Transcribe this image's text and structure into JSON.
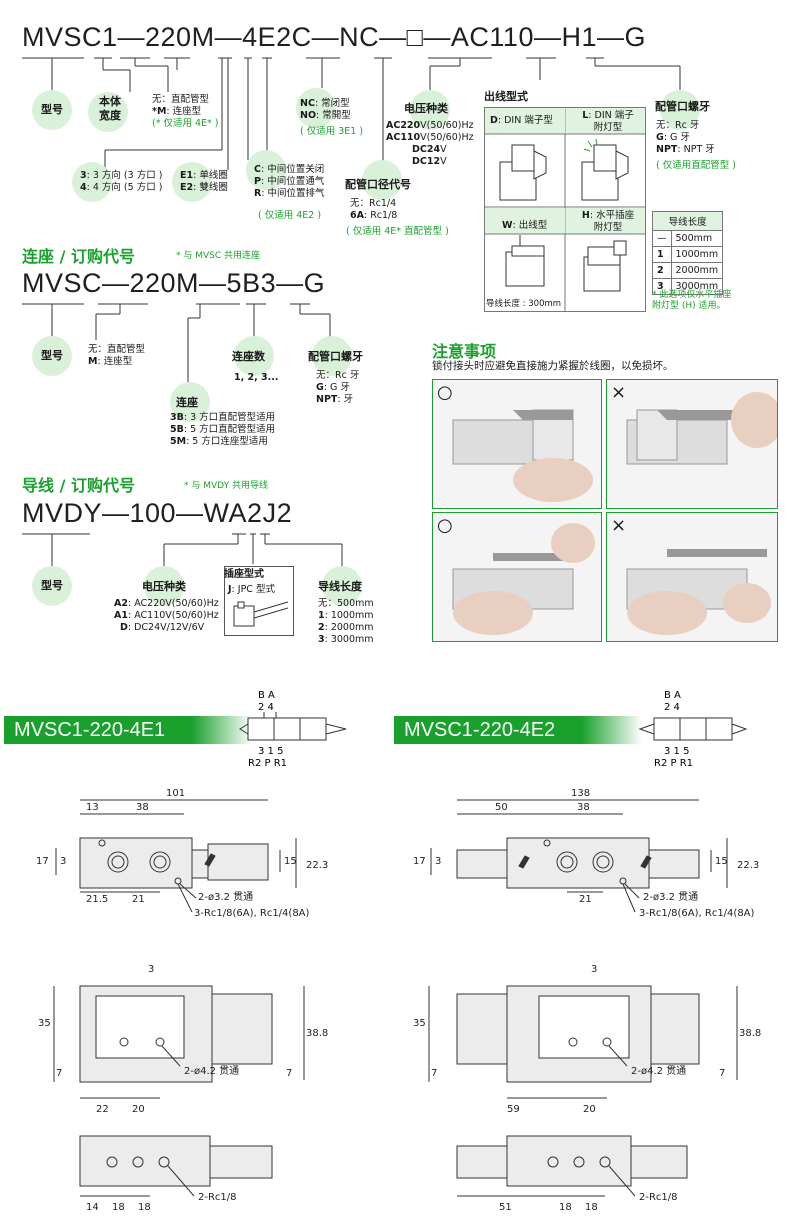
{
  "section1": {
    "code": "MVSC1—220M—4E2C—NC—□—AC110—H1—G",
    "model_label": "型号",
    "width_label": "本体\n宽度",
    "pipe": {
      "line1": "无：直配管型",
      "line2_b": "*M",
      "line2": ": 连座型",
      "line3": "(* 仅适用 4E* )"
    },
    "ports": {
      "l1_b": "3",
      "l1": ": 3 方向 (3 方口 )",
      "l2_b": "4",
      "l2": ": 4 方向 (5 方口 )"
    },
    "coil": {
      "l1_b": "E1",
      "l1": ": 单线圈",
      "l2_b": "E2",
      "l2": ": 雙线圈"
    },
    "center": {
      "l1_b": "C",
      "l1": ": 中间位置关闭",
      "l2_b": "P",
      "l2": ": 中间位置通气",
      "l3_b": "R",
      "l3": ": 中间位置排气",
      "l4": "( 仅适用 4E2 )"
    },
    "nc": {
      "l1_b": "NC",
      "l1": ": 常闭型",
      "l2_b": "NO",
      "l2": ": 常開型",
      "l3": "( 仅适用 3E1 )"
    },
    "port_dia": {
      "title": "配管口径代号",
      "l1": "无：Rc1/4",
      "l2_b": "6A",
      "l2": ": Rc1/8",
      "l3": "( 仅适用 4E* 直配管型 )"
    },
    "voltage": {
      "title": "电压种类",
      "l1_b": "AC220",
      "l1": "V(50/60)Hz",
      "l2_b": "AC110",
      "l2": "V(50/60)Hz",
      "l3_b": "DC24",
      "l3": "V",
      "l4_b": "DC12",
      "l4": "V"
    },
    "lead": {
      "title": "出线型式",
      "d_b": "D",
      "d": ": DIN 端子型",
      "l_b": "L",
      "l": ": DIN 端子\n附灯型",
      "w_b": "W",
      "w": ": 出线型",
      "h_b": "H",
      "h": ": 水平插座\n附灯型",
      "wire_len": "导线长度 : 300mm"
    },
    "thread": {
      "title": "配管口螺牙",
      "l1": "无：Rc 牙",
      "l2_b": "G",
      "l2": ": G 牙",
      "l3_b": "NPT",
      "l3": ": NPT 牙",
      "l4": "( 仅适用直配管型 )"
    },
    "wire_table": {
      "title": "导线长度",
      "rows": [
        [
          "—",
          "500mm"
        ],
        [
          "1",
          "1000mm"
        ],
        [
          "2",
          "2000mm"
        ],
        [
          "3",
          "3000mm"
        ]
      ]
    },
    "wire_note": "* 此选项仅水平插座\n附灯型 (H) 适用。"
  },
  "section2": {
    "title": "连座 / 订购代号",
    "note": "* 与 MVSC 共用连座",
    "code": "MVSC—220M—5B3—G",
    "model_label": "型号",
    "pipe": {
      "l1": "无：直配管型",
      "l2_b": "M",
      "l2": ": 连座型"
    },
    "count": {
      "title": "连座数",
      "l1": "1, 2, 3..."
    },
    "thread": {
      "title": "配管口螺牙",
      "l1": "无：Rc 牙",
      "l2_b": "G",
      "l2": ": G 牙",
      "l3_b": "NPT",
      "l3": ": 牙"
    },
    "base": {
      "title": "连座",
      "l1_b": "3B",
      "l1": ": 3 方口直配管型适用",
      "l2_b": "5B",
      "l2": ": 5 方口直配管型适用",
      "l3_b": "5M",
      "l3": ": 5 方口连座型适用"
    }
  },
  "section3": {
    "title": "导线 / 订购代号",
    "note": "* 与 MVDY 共用导线",
    "code": "MVDY—100—WA2J2",
    "model_label": "型号",
    "voltage": {
      "title": "电压种类",
      "l1_b": "A2",
      "l1": ": AC220V(50/60)Hz",
      "l2_b": "A1",
      "l2": ": AC110V(50/60)Hz",
      "l3_b": "D",
      "l3": ": DC24V/12V/6V"
    },
    "plug": {
      "title": "插座型式",
      "l1_b": "J",
      "l1": ": JPC 型式"
    },
    "length": {
      "title": "导线长度",
      "l1": "无：500mm",
      "l2_b": "1",
      "l2": ": 1000mm",
      "l3_b": "2",
      "l3": ": 2000mm",
      "l4_b": "3",
      "l4": ": 3000mm"
    }
  },
  "caution": {
    "title": "注意事项",
    "text": "锁付接头时应避免直接施力紧握於线圈，以免损坏。",
    "marks": [
      "○",
      "×",
      "○",
      "×"
    ]
  },
  "models": {
    "left": {
      "name": "MVSC1-220-4E1",
      "top": "B  A",
      "top2": "2  4",
      "bottom": "3 1 5",
      "bottom2": "R2 P R1"
    },
    "right": {
      "name": "MVSC1-220-4E2",
      "top": "B  A",
      "top2": "2  4",
      "bottom": "3 1 5",
      "bottom2": "R2 P R1"
    }
  },
  "dims_left": {
    "top": [
      "101",
      "13",
      "38",
      "17",
      "3",
      "15",
      "22.3",
      "21.5",
      "21",
      "2-ø3.2 贯通",
      "3-Rc1/8(6A), Rc1/4(8A)"
    ],
    "mid": [
      "3",
      "35",
      "7",
      "38.8",
      "7",
      "22",
      "20",
      "2-ø4.2 贯通"
    ],
    "bot": [
      "14",
      "18",
      "18",
      "2-Rc1/8"
    ]
  },
  "dims_right": {
    "top": [
      "138",
      "50",
      "38",
      "17",
      "3",
      "15",
      "22.3",
      "21",
      "2-ø3.2 贯通",
      "3-Rc1/8(6A), Rc1/4(8A)"
    ],
    "mid": [
      "3",
      "35",
      "7",
      "38.8",
      "7",
      "59",
      "20",
      "2-ø4.2 贯通"
    ],
    "bot": [
      "51",
      "18",
      "18",
      "2-Rc1/8"
    ]
  }
}
